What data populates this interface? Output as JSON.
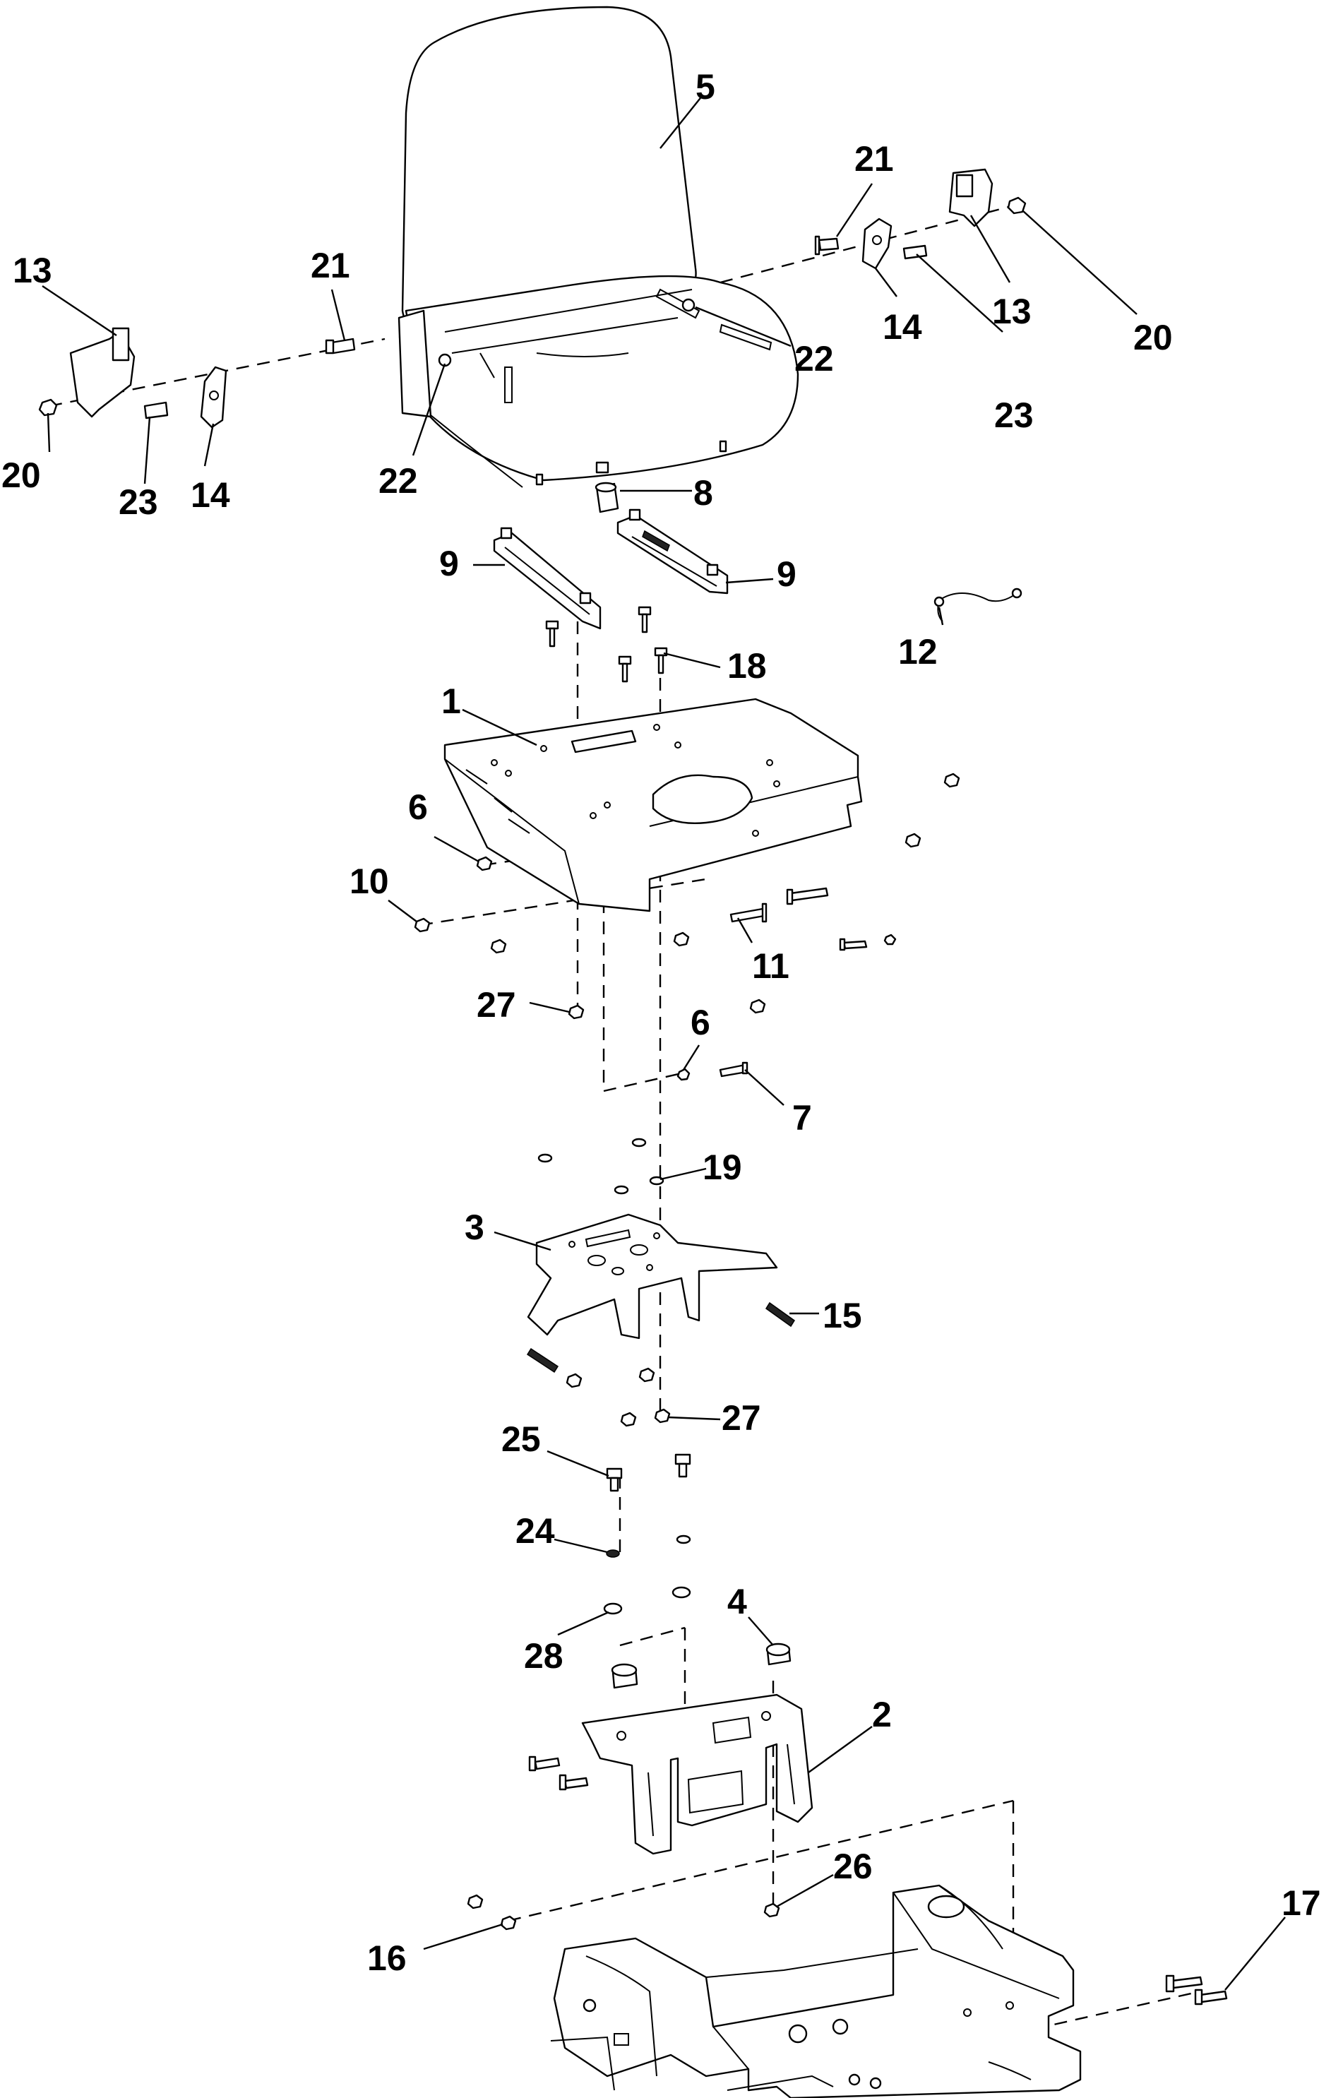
{
  "diagram": {
    "callouts": {
      "c1": "1",
      "c2": "2",
      "c3": "3",
      "c4": "4",
      "c5": "5",
      "c6a": "6",
      "c6b": "6",
      "c7": "7",
      "c8": "8",
      "c9a": "9",
      "c9b": "9",
      "c10": "10",
      "c11": "11",
      "c12": "12",
      "c13a": "13",
      "c13b": "13",
      "c14a": "14",
      "c14b": "14",
      "c15": "15",
      "c16": "16",
      "c17": "17",
      "c18": "18",
      "c19": "19",
      "c20a": "20",
      "c20b": "20",
      "c21a": "21",
      "c21b": "21",
      "c22a": "22",
      "c22b": "22",
      "c23a": "23",
      "c23b": "23",
      "c24": "24",
      "c25": "25",
      "c26": "26",
      "c27a": "27",
      "c27b": "27",
      "c28": "28"
    }
  }
}
